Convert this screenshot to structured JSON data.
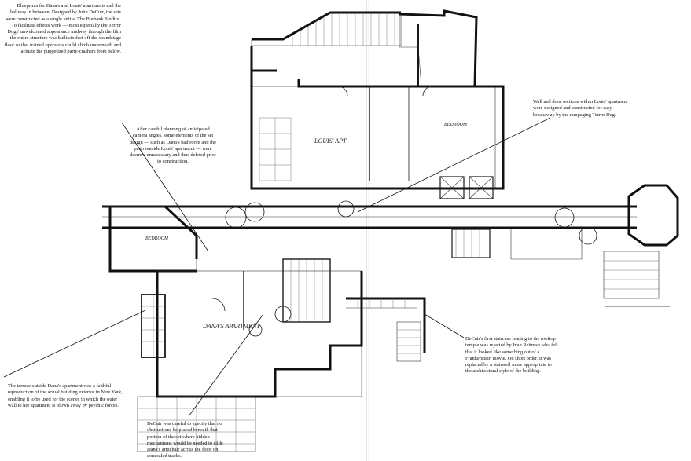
{
  "captions": {
    "intro": "Blueprints for Dana's and Louis' apartments and the hallway in between. Designed by John DeCuir, the sets were constructed as a single unit at The Burbank Studios. To facilitate effects work — most especially the Terror Dogs' unwelcomed appearance midway through the film — the entire structure was built six feet off the soundstage floor so that trained operators could climb underneath and actuate the puppetized party-crashers from below.",
    "camera": "After careful planning of anticipated camera angles, some elements of the set design — such as Dana's bathroom and the patio outside Louis' apartment — were deemed unnecessary and thus deleted prior to construction.",
    "wall": "Wall and door sections within Louis' apartment were designed and constructed for easy breakaway by the rampaging Terror Dog.",
    "stair": "DeCuir's first staircase leading to the rooftop temple was rejected by Ivan Reitman who felt that it looked like something out of a Frankenstein movie. On short order, it was replaced by a stairwell more appropriate to the architectural style of the building.",
    "terrace": "The terrace outside Dana's apartment was a faithful reproduction of the actual building exterior in New York, enabling it to be used for the scenes in which the outer wall to her apartment is blown away by psychic forces.",
    "chair": "DeCuir was careful to specify that no obstructions be placed beneath that portion of the set where hidden mechanisms would be needed to slide Dana's armchair across the floor on concealed tracks."
  },
  "blueprint_labels": {
    "louis": "LOUIS' APT",
    "dana": "DANA'S APARTMENT",
    "bedroom_left": "BEDROOM",
    "bedroom_right": "BEDROOM"
  }
}
